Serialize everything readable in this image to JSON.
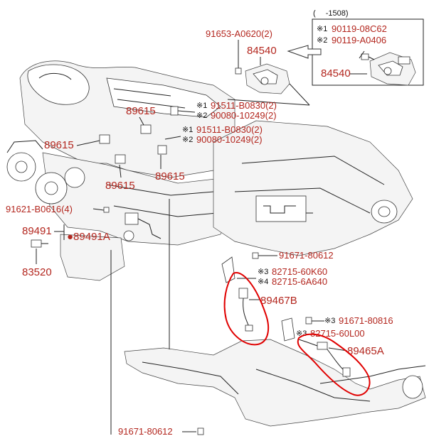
{
  "labels": {
    "inset_range": "(　  -1508)",
    "inset_note1_mark": "※1",
    "inset_note1_part": "90119-08C62",
    "inset_note2_mark": "※2",
    "inset_note2_part": "90119-A0406",
    "inset_part": "84540",
    "bolt_84540": "91653-A0620(2)",
    "sw_84540": "84540",
    "p1_mark": "※1",
    "p1_part": "91511-B0830(2)",
    "p2_mark": "※2",
    "p2_part": "90080-10249(2)",
    "p3_mark": "※1",
    "p3_part": "91511-B0830(2)",
    "p4_mark": "※2",
    "p4_part": "90080-10249(2)",
    "inj_a": "89615",
    "inj_b": "89615",
    "inj_c": "89615",
    "inj_d": "89615",
    "bolt_left": "91621-B0616(4)",
    "sensor_89491": "89491",
    "sensor_89491a": "●89491A",
    "sensor_83520": "83520",
    "bolt_91671": "91671-80612",
    "n3_mark": "※3",
    "n3_part": "82715-60K60",
    "n4_mark": "※4",
    "n4_part": "82715-6A640",
    "o2_b": "89467B",
    "n5_mark": "※3",
    "n5_part": "91671-80816",
    "n6_mark": "※3",
    "n6_part": "82715-60L00",
    "o2_a": "89465A",
    "bottom_bolt": "91671-80612"
  },
  "colors": {
    "label": "#b3261e",
    "annotation": "#e00000",
    "line": "#222222"
  }
}
